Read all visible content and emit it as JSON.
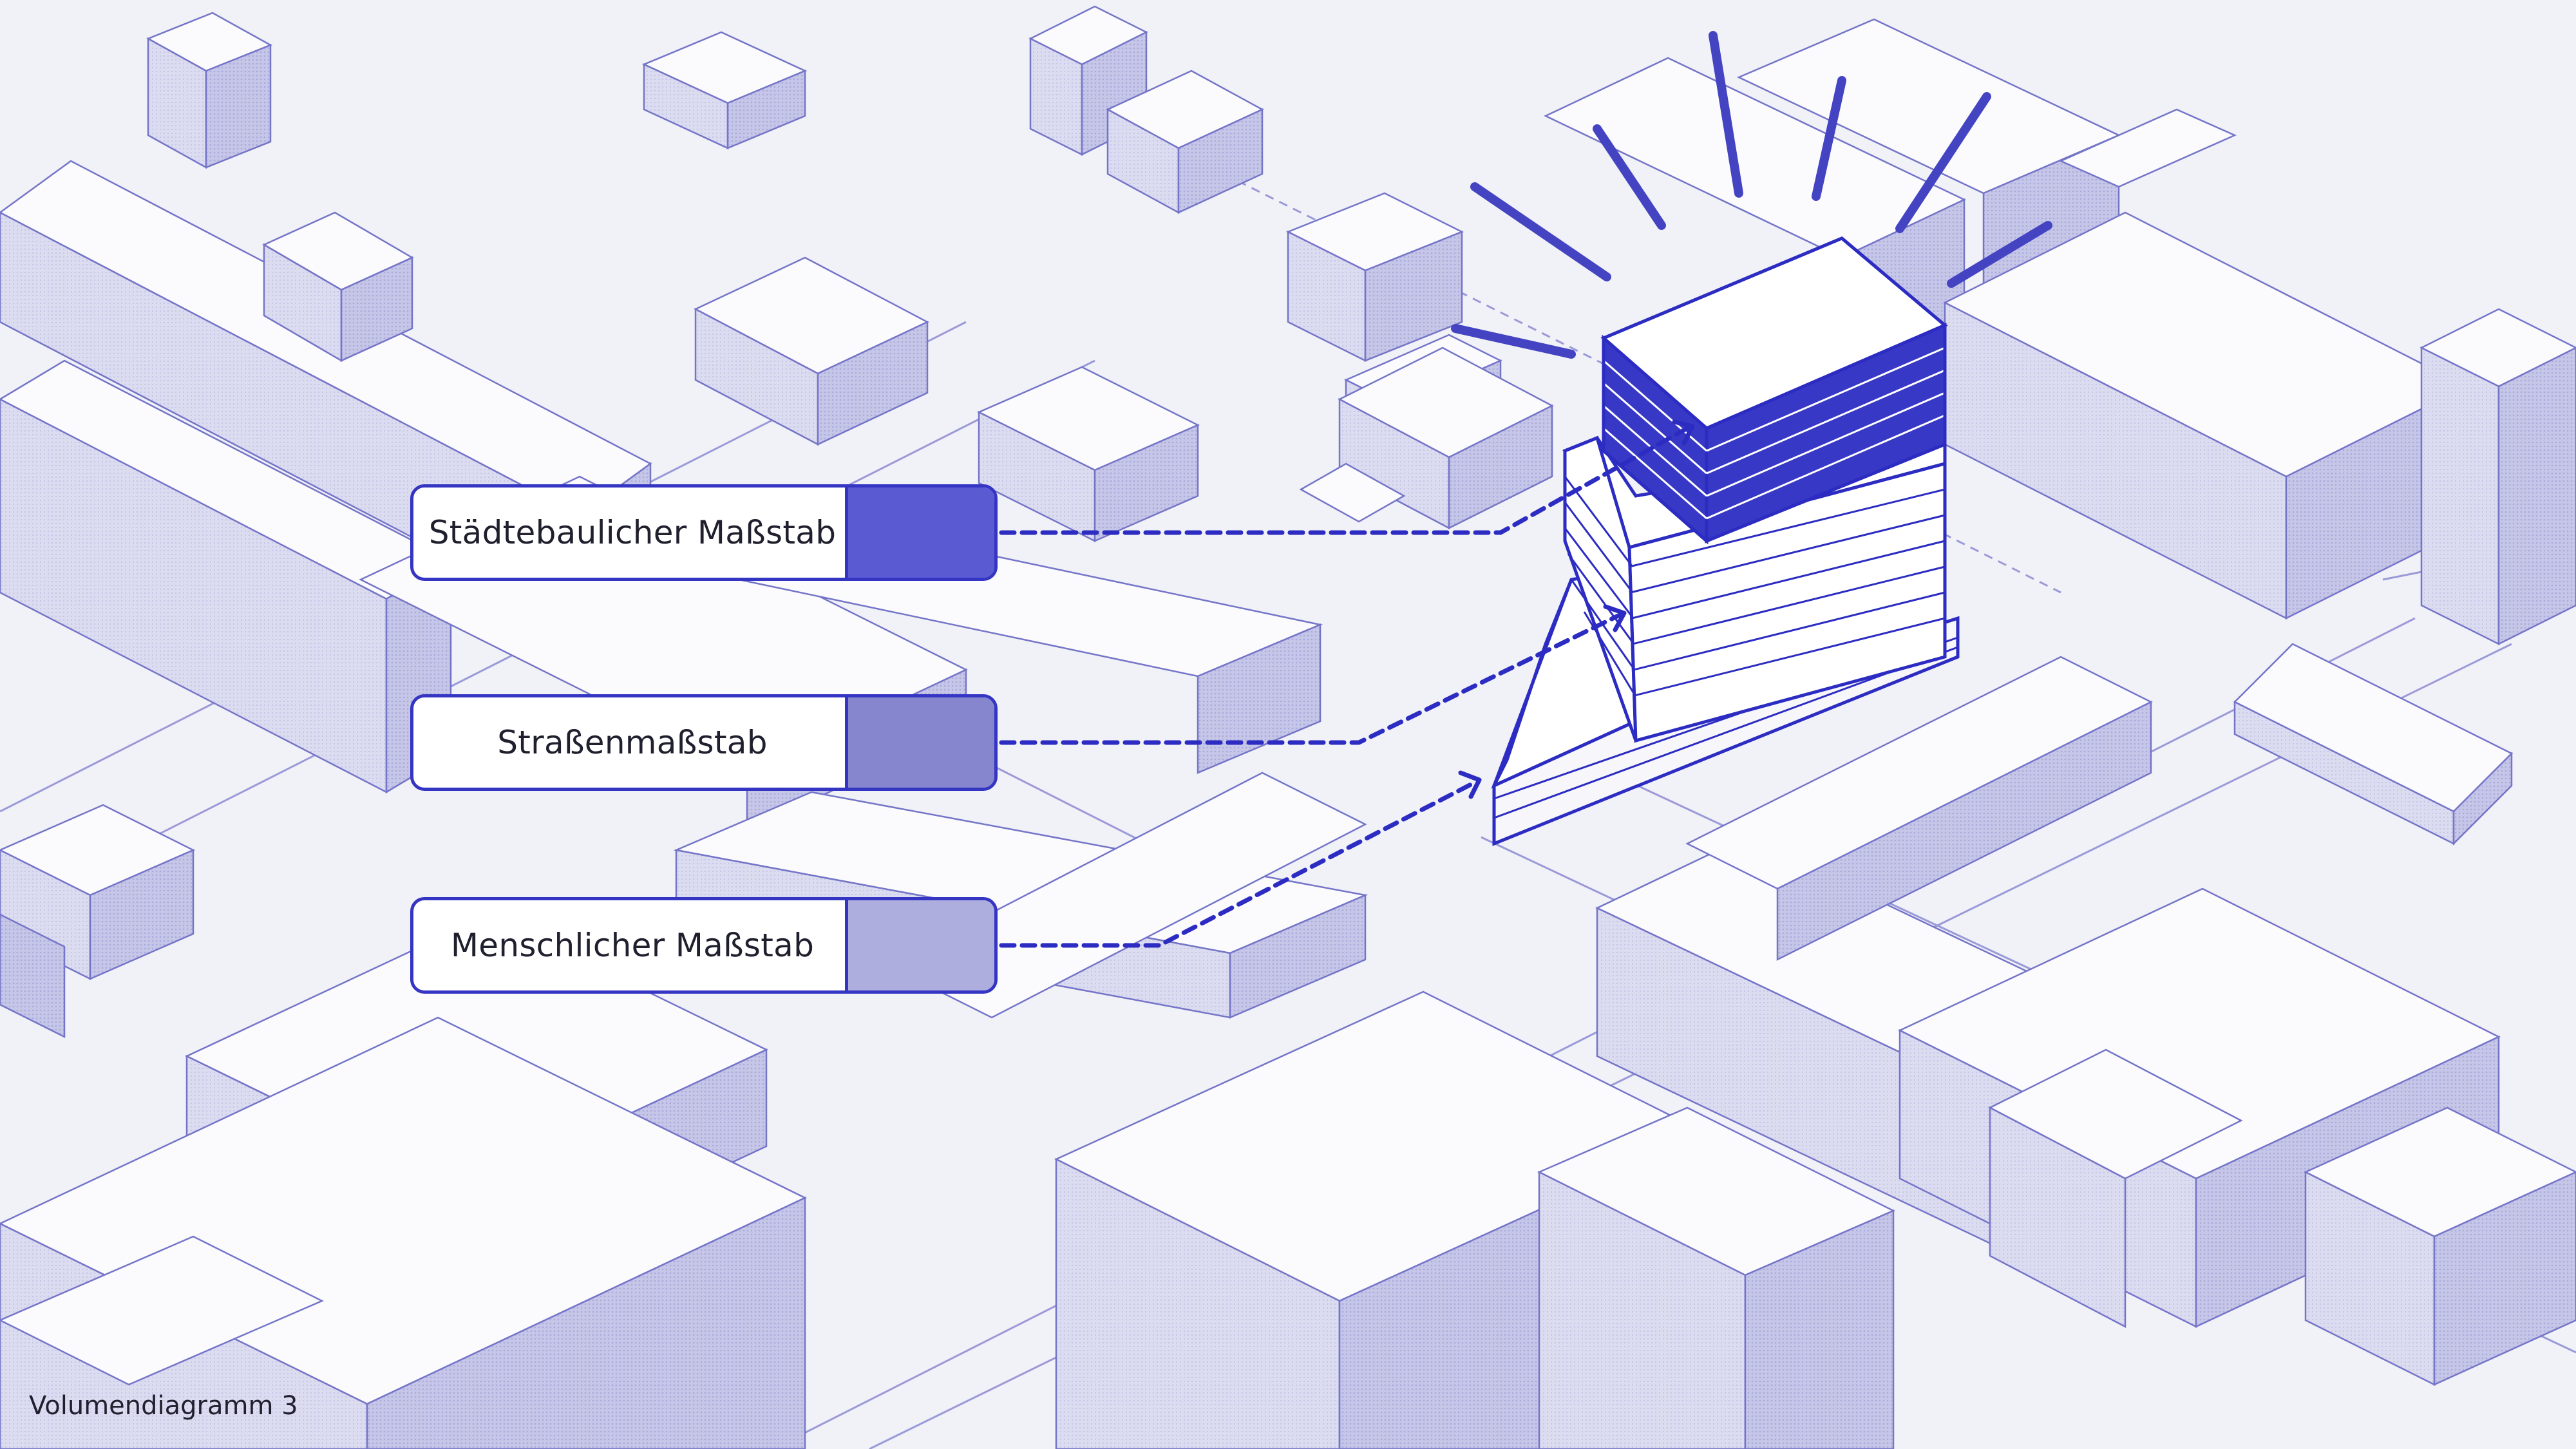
{
  "caption": "Volumendiagramm 3",
  "colors": {
    "accent": "#3535c4",
    "accent_mid": "#8686cf",
    "accent_light": "#aeaede",
    "building_face": "#fbfbfe",
    "building_shadow": "#c9c9e9",
    "ground": "#f1f1f8"
  },
  "scale_labels": [
    {
      "id": "staedtebaulich",
      "text": "Städtebaulicher Maßstab",
      "swatch_color": "#5a5ad2"
    },
    {
      "id": "strasse",
      "text": "Straßenmaßstab",
      "swatch_color": "#8686cf"
    },
    {
      "id": "mensch",
      "text": "Menschlicher Maßstab",
      "swatch_color": "#aeaede"
    }
  ]
}
